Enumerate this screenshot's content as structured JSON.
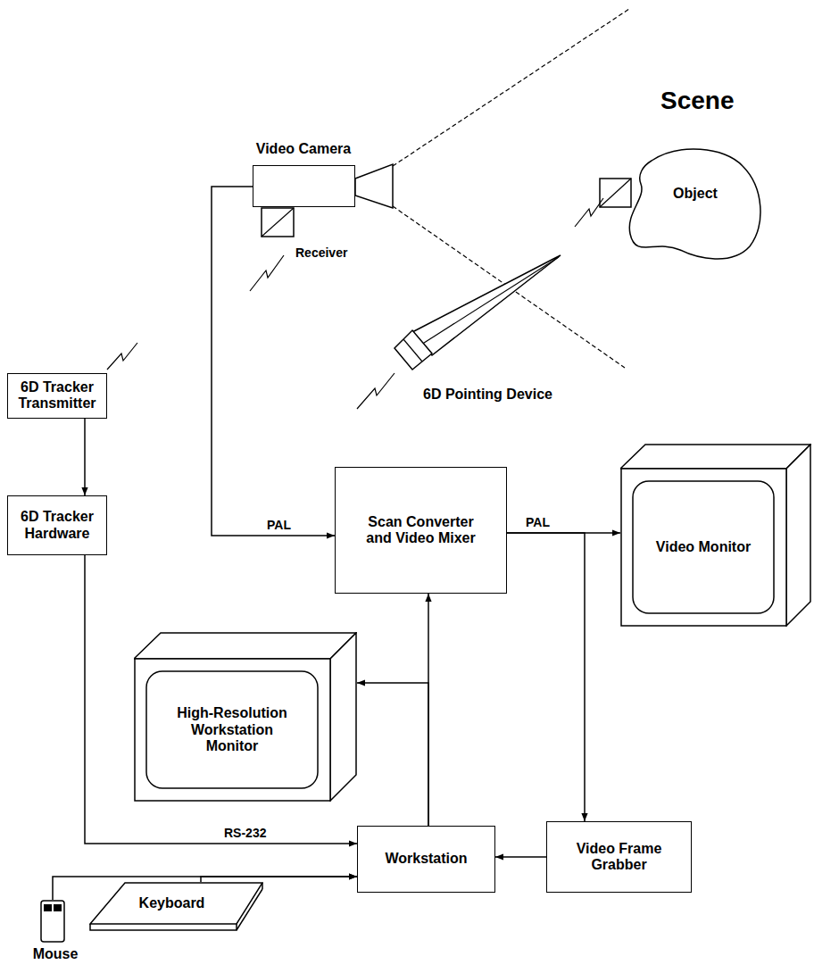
{
  "diagram": {
    "nodes": [
      {
        "text": [
          "Video Camera"
        ]
      },
      {
        "text": [
          "Object"
        ]
      },
      {
        "text": [
          "6D Tracker Transmitter"
        ]
      },
      {
        "text": [
          "6D Tracker Hardware"
        ]
      },
      {
        "text": [
          "Scan Converter and Video Mixer"
        ]
      },
      {
        "text": [
          "Video Monitor"
        ]
      },
      {
        "text": [
          "High-Resolution Workstation Monitor"
        ]
      },
      {
        "text": [
          "Workstation"
        ]
      },
      {
        "text": [
          "Video Frame Grabber"
        ]
      },
      {
        "text": [
          "Keyboard"
        ]
      },
      {
        "text": [
          "Mouse"
        ]
      }
    ],
    "edges": [
      {
        "from": 2,
        "to": 3,
        "arrow": "to"
      },
      {
        "from": 3,
        "to": 7,
        "label": "RS-232",
        "arrow": "to"
      },
      {
        "from": 0,
        "to": 4,
        "label": "PAL",
        "arrow": "to"
      },
      {
        "from": 4,
        "to": 5,
        "label": "PAL",
        "arrow": "to"
      },
      {
        "from": 4,
        "to": 8,
        "arrow": "to"
      },
      {
        "from": 8,
        "to": 7,
        "arrow": "to"
      },
      {
        "from": 7,
        "to": 4,
        "arrow": "to"
      },
      {
        "from": 7,
        "to": 6,
        "arrow": "to"
      },
      {
        "from": 9,
        "to": 7,
        "arrow": "to"
      },
      {
        "from": 10,
        "to": 7,
        "arrow": "to"
      }
    ],
    "labels": [
      "Scene",
      "Receiver",
      "6D Pointing Device"
    ]
  }
}
